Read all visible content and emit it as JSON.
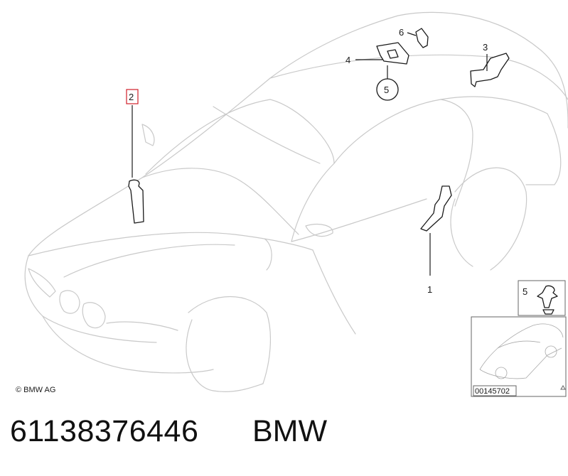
{
  "diagram": {
    "callouts": [
      {
        "id": "1",
        "label": "1"
      },
      {
        "id": "2",
        "label": "2",
        "highlighted": true
      },
      {
        "id": "3",
        "label": "3"
      },
      {
        "id": "4",
        "label": "4"
      },
      {
        "id": "5",
        "label": "5"
      },
      {
        "id": "6",
        "label": "6"
      }
    ],
    "fastener_label": "5",
    "copyright": "© BMW AG",
    "thumbnail_code": "00145702",
    "highlight_color": "#d0202a"
  },
  "footer": {
    "part_number": "61138376446",
    "brand": "BMW"
  }
}
